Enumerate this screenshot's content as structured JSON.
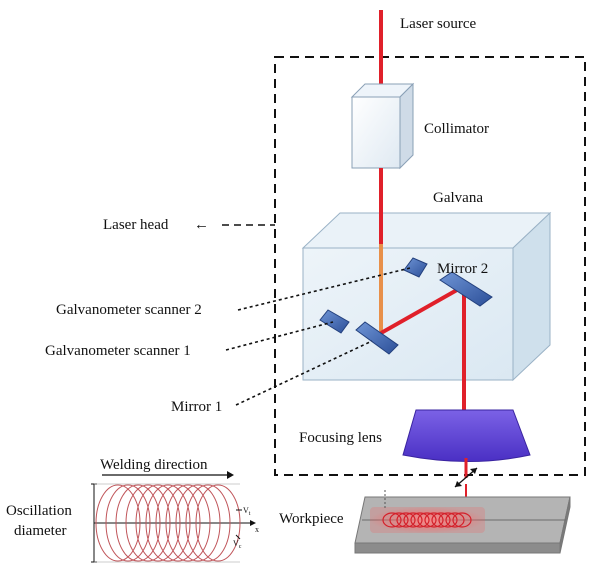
{
  "labels": {
    "laser_source": "Laser source",
    "collimator": "Collimator",
    "galvana": "Galvana",
    "laser_head": "Laser head",
    "mirror_2": "Mirror 2",
    "galvo_scanner_2": "Galvanometer scanner 2",
    "galvo_scanner_1": "Galvanometer scanner 1",
    "mirror_1": "Mirror 1",
    "focusing_lens": "Focusing lens",
    "welding_direction": "Welding direction",
    "oscillation_line1": "Oscillation",
    "oscillation_line2": "diameter",
    "workpiece": "Workpiece",
    "axis_x": "x",
    "vel_t": "V",
    "vel_t_sub": "t",
    "vel_c": "V",
    "vel_c_sub": "c"
  },
  "glyphs": {
    "arrow_left": "←"
  },
  "colors": {
    "laser_beam": "#e0202a",
    "beam_segment_orange": "#e8904a",
    "collimator_face": "#f3f7fb",
    "galvano_box": "#dde9f3",
    "mirror_blue": "#3d66b3",
    "lens_purple": "#5a3fd4",
    "workpiece_gray": "#a9a9a9",
    "oscillation_ring": "#c0555a"
  }
}
